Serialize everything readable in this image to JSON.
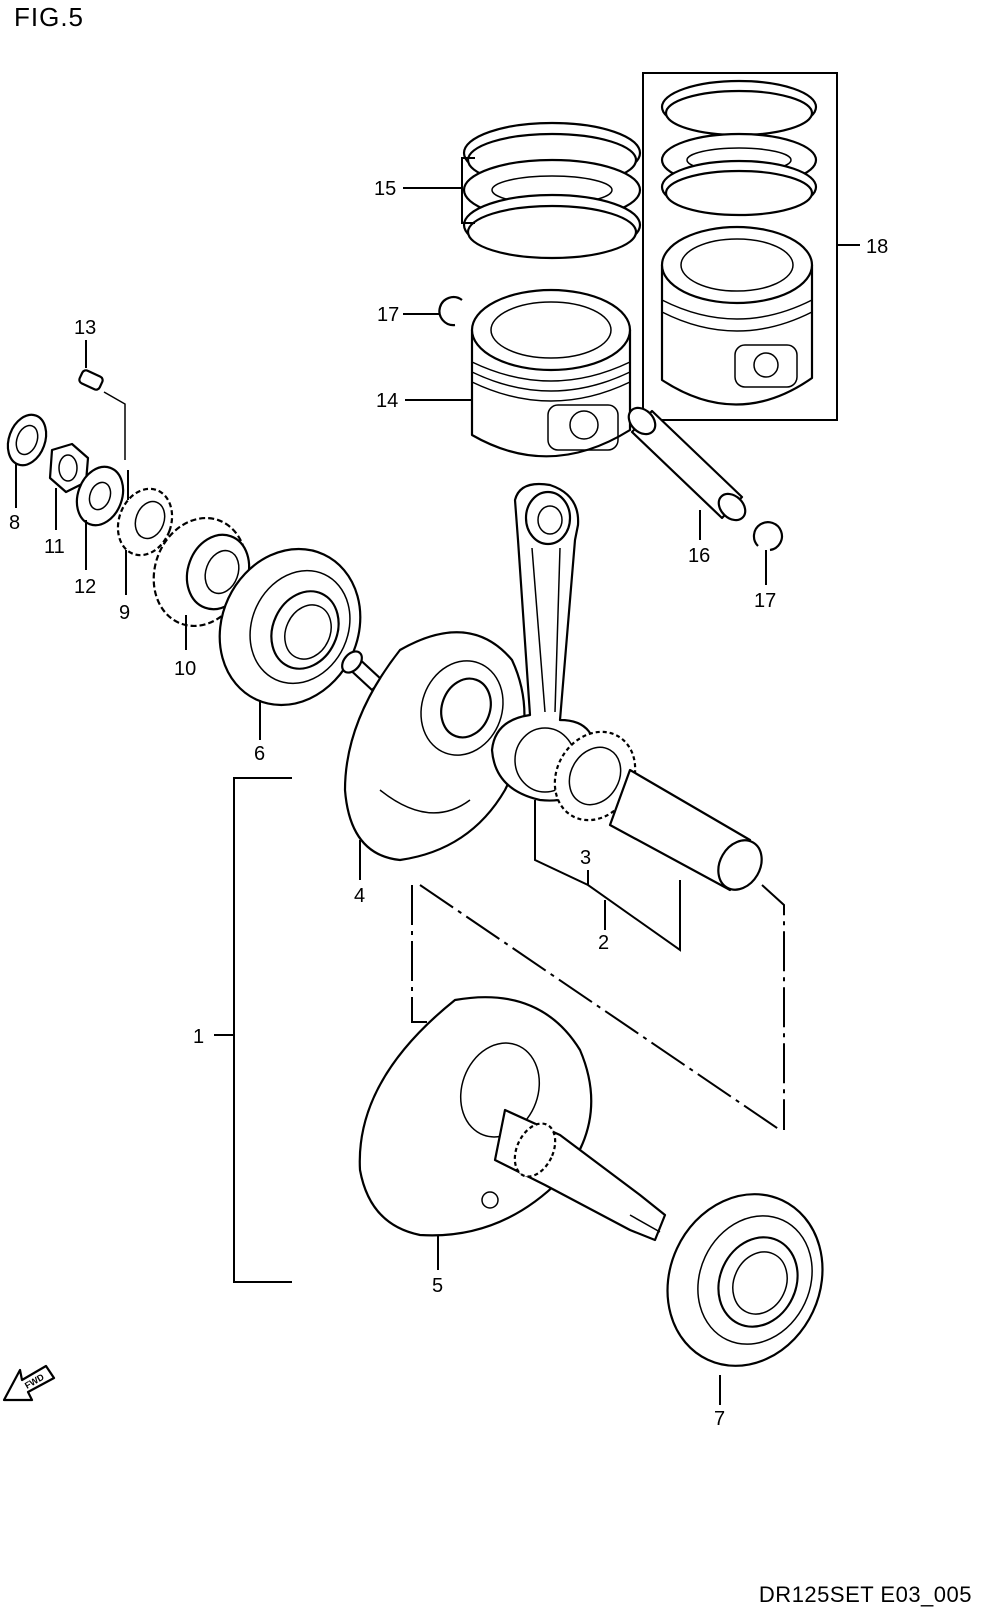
{
  "figure": {
    "title": "FIG.5",
    "drawing_code": "DR125SET E03_005",
    "direction_marker": "FWD"
  },
  "callouts": [
    {
      "id": "callout-1",
      "label": "1"
    },
    {
      "id": "callout-2",
      "label": "2"
    },
    {
      "id": "callout-3",
      "label": "3"
    },
    {
      "id": "callout-4",
      "label": "4"
    },
    {
      "id": "callout-5",
      "label": "5"
    },
    {
      "id": "callout-6",
      "label": "6"
    },
    {
      "id": "callout-7",
      "label": "7"
    },
    {
      "id": "callout-8",
      "label": "8"
    },
    {
      "id": "callout-9",
      "label": "9"
    },
    {
      "id": "callout-10",
      "label": "10"
    },
    {
      "id": "callout-11",
      "label": "11"
    },
    {
      "id": "callout-12",
      "label": "12"
    },
    {
      "id": "callout-13",
      "label": "13"
    },
    {
      "id": "callout-14",
      "label": "14"
    },
    {
      "id": "callout-15",
      "label": "15"
    },
    {
      "id": "callout-16",
      "label": "16"
    },
    {
      "id": "callout-17a",
      "label": "17"
    },
    {
      "id": "callout-17b",
      "label": "17"
    },
    {
      "id": "callout-18",
      "label": "18"
    }
  ]
}
